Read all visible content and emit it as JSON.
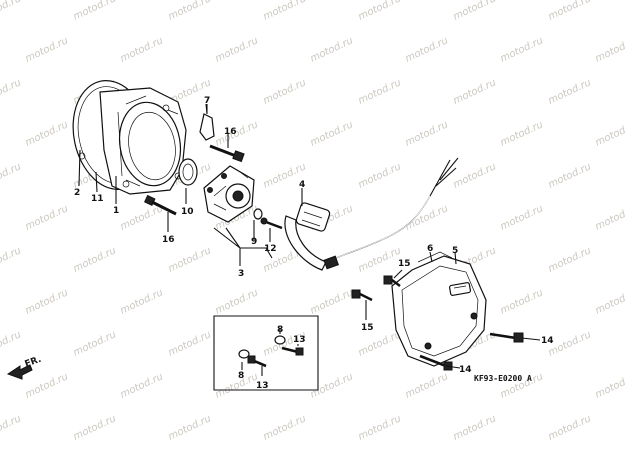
{
  "diagram": {
    "watermark": "motod.ru",
    "drawing_code": "KF93-E0200 A",
    "front_indicator": "FR.",
    "callouts": {
      "c1": "1",
      "c2": "2",
      "c3": "3",
      "c4": "4",
      "c5": "5",
      "c6": "6",
      "c7": "7",
      "c8a": "8",
      "c8b": "8",
      "c9": "9",
      "c10": "10",
      "c11": "11",
      "c12": "12",
      "c13a": "13",
      "c13b": "13",
      "c14a": "14",
      "c14b": "14",
      "c15a": "15",
      "c15b": "15",
      "c16a": "16",
      "c16b": "16"
    }
  }
}
